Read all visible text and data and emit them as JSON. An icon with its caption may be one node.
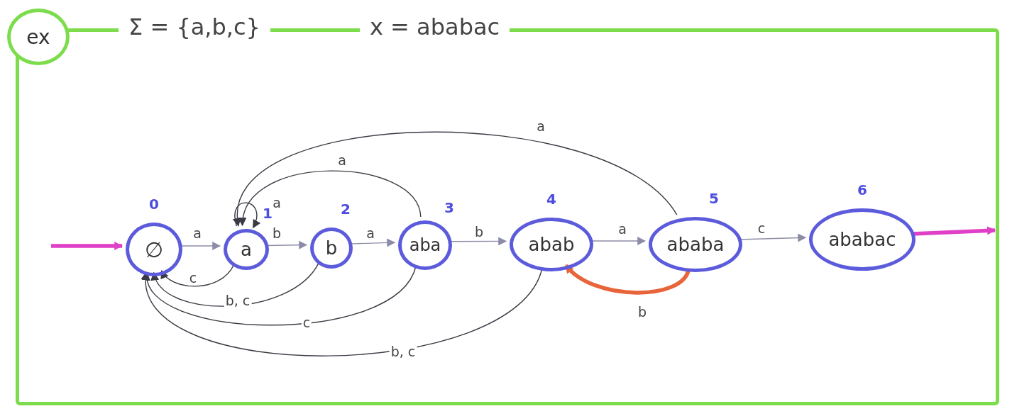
{
  "diagram": {
    "nodes": [
      {
        "text": [
          "ex"
        ]
      },
      {
        "text": [
          "Σ = {a,b,c}",
          "x = ababac"
        ]
      },
      {
        "text": [
          "∅"
        ],
        "beside": [
          "0"
        ],
        "in": 1
      },
      {
        "text": [
          "a"
        ],
        "beside": [
          "1"
        ],
        "in": 1
      },
      {
        "text": [
          "b"
        ],
        "beside": [
          "2"
        ],
        "in": 1
      },
      {
        "text": [
          "aba"
        ],
        "beside": [
          "3"
        ],
        "in": 1
      },
      {
        "text": [
          "abab"
        ],
        "beside": [
          "4"
        ],
        "in": 1
      },
      {
        "text": [
          "ababa"
        ],
        "beside": [
          "5"
        ],
        "in": 1
      },
      {
        "text": [
          "ababac"
        ],
        "beside": [
          "6"
        ],
        "in": 1
      }
    ],
    "edges": [
      {
        "from": null,
        "to": 2,
        "arrow": "to",
        "style": "thick",
        "color": "#e040c8"
      },
      {
        "from": 2,
        "to": 3,
        "label": "a",
        "arrow": "to",
        "color": "#8c8ca8"
      },
      {
        "from": 3,
        "to": 4,
        "label": "b",
        "arrow": "to",
        "color": "#8c8ca8"
      },
      {
        "from": 4,
        "to": 5,
        "label": "a",
        "arrow": "to",
        "color": "#8c8ca8"
      },
      {
        "from": 5,
        "to": 6,
        "label": "b",
        "arrow": "to",
        "color": "#8c8ca8"
      },
      {
        "from": 6,
        "to": 7,
        "label": "a",
        "arrow": "to",
        "color": "#8c8ca8"
      },
      {
        "from": 7,
        "to": 8,
        "label": "c",
        "arrow": "to",
        "color": "#8c8ca8"
      },
      {
        "from": 8,
        "to": null,
        "arrow": "to",
        "style": "thick",
        "color": "#e040c8"
      },
      {
        "from": 3,
        "to": 3,
        "label": "a",
        "arrow": "to"
      },
      {
        "from": 5,
        "to": 3,
        "label": "a",
        "arrow": "to"
      },
      {
        "from": 7,
        "to": 3,
        "label": "a",
        "arrow": "to"
      },
      {
        "from": 3,
        "to": 2,
        "label": "c",
        "arrow": "to"
      },
      {
        "from": 4,
        "to": 2,
        "label": "b, c",
        "arrow": "to"
      },
      {
        "from": 5,
        "to": 2,
        "label": "c",
        "arrow": "to"
      },
      {
        "from": 6,
        "to": 2,
        "label": "b, c",
        "arrow": "to"
      },
      {
        "from": 7,
        "to": 6,
        "label": "b",
        "arrow": "to",
        "style": "thick",
        "color": "#e8643a"
      }
    ]
  }
}
